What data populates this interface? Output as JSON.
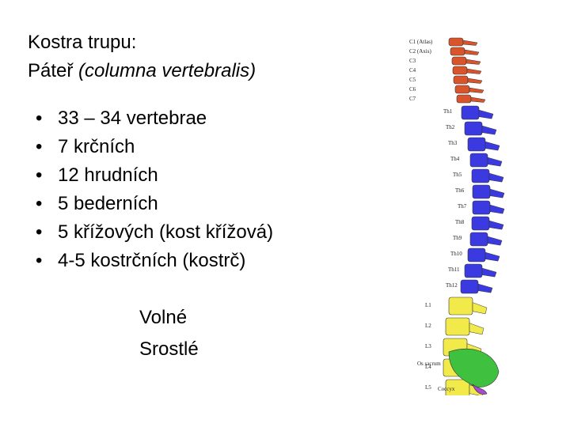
{
  "title": {
    "line1": "Kostra trupu:",
    "line2_plain": "Páteř ",
    "line2_italic": "(columna vertebralis)"
  },
  "bullets": [
    "33 – 34 vertebrae",
    "7 krčních",
    "12 hrudních",
    "5 bederních",
    "5 křížových (kost křížová)",
    "4-5 kostrčních (kostrč)"
  ],
  "sublines": [
    "Volné",
    "Srostlé"
  ],
  "bullet_glyph": "•",
  "spine_labels": {
    "cervical": [
      "C1 (Atlas)",
      "C2 (Axis)",
      "C3",
      "C4",
      "C5",
      "C6",
      "C7"
    ],
    "thoracic": [
      "Th1",
      "Th2",
      "Th3",
      "Th4",
      "Th5",
      "Th6",
      "Th7",
      "Th8",
      "Th9",
      "Th10",
      "Th11",
      "Th12"
    ],
    "lumbar": [
      "L1",
      "L2",
      "L3",
      "L4",
      "L5"
    ],
    "sacrum": "Os sacrum",
    "coccyx": "Coccyx"
  },
  "colors": {
    "cervical": "#d9542b",
    "thoracic": "#3a3ae0",
    "lumbar": "#f2ea4a",
    "sacrum": "#3fc13f",
    "coccyx": "#a64ad1"
  }
}
